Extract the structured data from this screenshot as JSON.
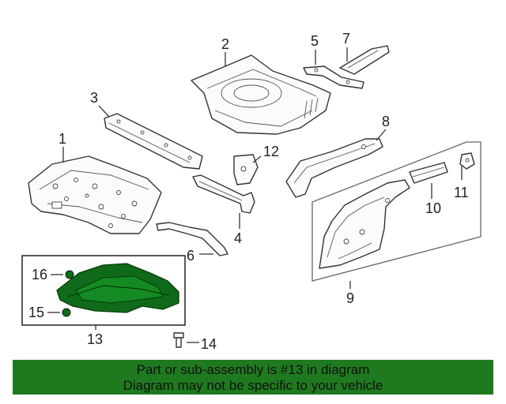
{
  "callouts": {
    "c1": "1",
    "c2": "2",
    "c3": "3",
    "c4": "4",
    "c5": "5",
    "c6": "6",
    "c7": "7",
    "c8": "8",
    "c9": "9",
    "c10": "10",
    "c11": "11",
    "c12": "12",
    "c13": "13",
    "c14": "14",
    "c15": "15",
    "c16": "16"
  },
  "highlight_color": "#0f6b1a",
  "banner": {
    "line1": "Part or sub-assembly is #13 in diagram",
    "line2": "Diagram may not be specific to your vehicle",
    "background": "#1f7a1f"
  }
}
